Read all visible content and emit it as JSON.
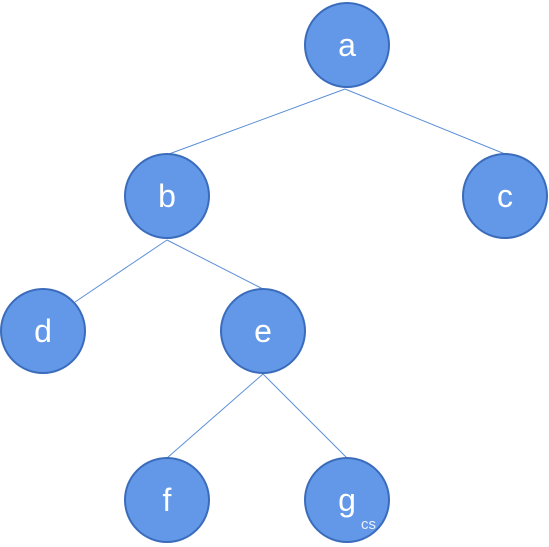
{
  "colors": {
    "node_fill": "#6398e8",
    "node_stroke": "#3a6cbb",
    "edge": "#5b8fd6",
    "label": "#ffffff"
  },
  "tree": {
    "nodes": [
      {
        "id": "a",
        "label": "a"
      },
      {
        "id": "b",
        "label": "b"
      },
      {
        "id": "c",
        "label": "c"
      },
      {
        "id": "d",
        "label": "d"
      },
      {
        "id": "e",
        "label": "e"
      },
      {
        "id": "f",
        "label": "f"
      },
      {
        "id": "g",
        "label": "g"
      }
    ],
    "edges": [
      {
        "from": "a",
        "to": "b"
      },
      {
        "from": "a",
        "to": "c"
      },
      {
        "from": "b",
        "to": "d"
      },
      {
        "from": "b",
        "to": "e"
      },
      {
        "from": "e",
        "to": "f"
      },
      {
        "from": "e",
        "to": "g"
      }
    ]
  },
  "watermark": {
    "text": "cs"
  }
}
